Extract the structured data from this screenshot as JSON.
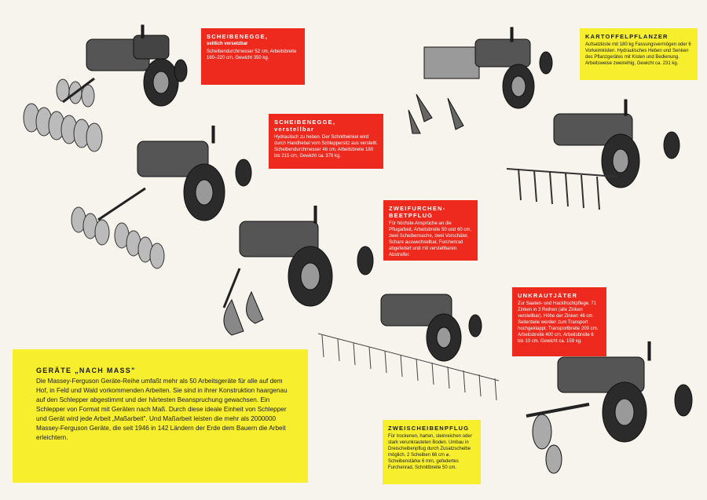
{
  "boxes": {
    "scheibenegge_1": {
      "title": "SCHEIBENEGGE,",
      "subtitle": "seitlich versetzbar",
      "text": "Scheibendurchmesser 52 cm, Arbeitsbreite 160–220 cm, Gewicht 350 kg."
    },
    "kartoffelpflanzer": {
      "title": "KARTOFFELPFLANZER",
      "text": "Aufsatzkiste mit 180 kg Fassungsvermögen oder 6 Vorkeimkisten. Hydraulisches Heben und Senken des Pflanzgerätes mit Kisten und Bedienung. Arbeitsweise zweireihig, Gewicht ca. 231 kg."
    },
    "scheibenegge_2": {
      "title": "SCHEIBENEGGE, verstellbar",
      "text": "Hydraulisch zu heben. Der Schnittwinkel wird durch Handhebel vom Schleppersitz aus verstellt. Scheibendurchmesser 46 cm, Arbeitsbreite 180 bis 215 cm, Gewicht ca. 376 kg."
    },
    "zweifurchen": {
      "title": "ZWEIFURCHEN-BEETPFLUG",
      "text": "Für höchste Ansprüche an die Pflugarbeit, Arbeitsbreite 50 und 60 cm, zwei Scheibenseche, zwei Vorschäler, Schare auswechselbar, Furchenrad abgefedert und mit verstellbaren Abstreifer."
    },
    "unkrautjaeter": {
      "title": "UNKRAUTJÄTER",
      "text": "Zur Saaten- und Hackfruchtpflege. 71 Zinken in 3 Reihen (alle Zinken verstellbar). Höhe der Zinken 46 cm. Seitenteile werden zum Transport hochgeklappt. Transportbreite 209 cm. Arbeitsbreite 400 cm. Arbeitsbreite 6 bis 10 cm. Gewicht ca. 159 kg."
    },
    "zweischeibenpflug": {
      "title": "ZWEISCHEIBENPFLUG",
      "text": "Für trockenen, harten, steinreichen oder stark verunkrauteten Boden. Umbau in Dreischeibenpflug durch Zusatzscheibe möglich. 2 Scheiben 66 cm ⌀. Scheibenstärke 6 mm, gefedertes Furchenrad, Schnittbreite 50 cm."
    },
    "main": {
      "title": "GERÄTE „NACH MASS\"",
      "text": "Die Massey-Ferguson Geräte-Reihe umfaßt mehr als 50 Arbeitsgeräte für alle auf dem Hof, in Feld und Wald vorkommenden Arbeiten. Sie sind in ihrer Konstruktion haargenau auf den Schlepper abgestimmt und der härtesten Beanspruchung gewachsen. Ein Schlepper von Format mit Geräten nach Maß. Durch diese ideale Einheit von Schlepper und Gerät wird jede Arbeit „Maßarbeit\". Und Maßarbeit leisten die mehr als 2000000 Massey-Ferguson Geräte, die seit 1946 in 142 Ländern der Erde dem Bauern die Arbeit erleichtern."
    }
  },
  "colors": {
    "red": "#ee2a1f",
    "yellow": "#f7ee2e",
    "paper": "#f7f4ee"
  }
}
